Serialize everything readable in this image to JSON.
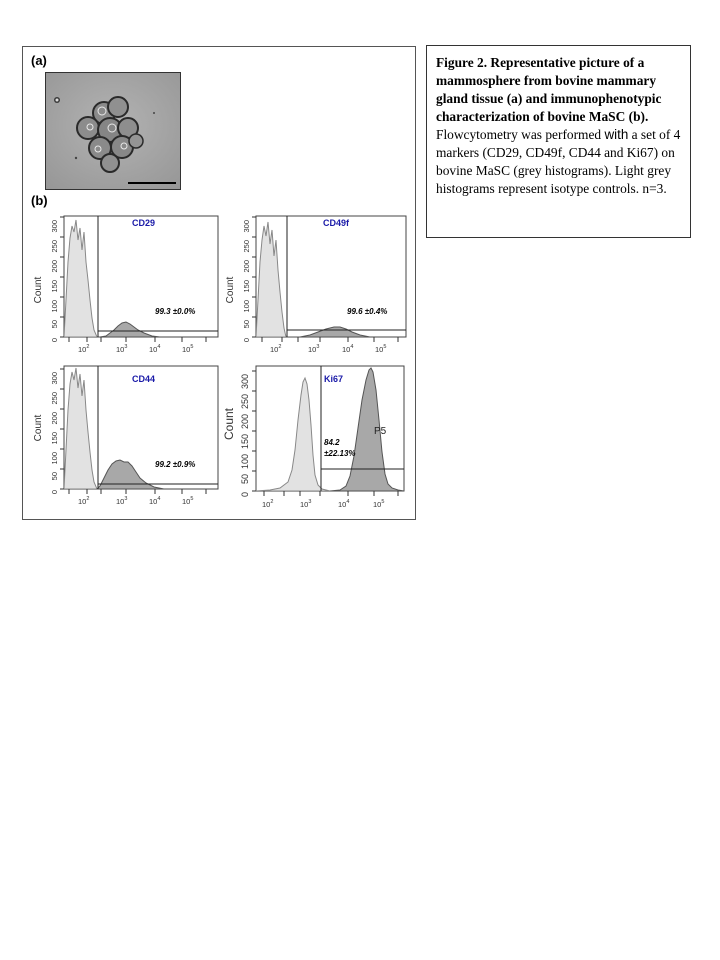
{
  "figure": {
    "panel_a_label": "(a)",
    "panel_b_label": "(b)"
  },
  "caption": {
    "bold_text": "Figure 2. Representative picture of a mammosphere from bovine mammary gland tissue (a) and immunophenotypic characterization of bovine MaSC (b).",
    "text_part1": " Flowcytometry was performed ",
    "text_with": "with",
    "text_part2": " a set of 4 markers (CD29, CD49f, CD44 and Ki67) on bovine MaSC (grey histograms). Light grey histograms represent isotype controls. n=3."
  },
  "histograms": [
    {
      "marker": "CD29",
      "stat": "99.3 ±0.0%",
      "ylabel": "Count",
      "yticks": [
        "0",
        "50",
        "100",
        "150",
        "200",
        "250",
        "300"
      ]
    },
    {
      "marker": "CD49f",
      "stat": "99.6 ±0.4%",
      "ylabel": "Count",
      "yticks": [
        "0",
        "50",
        "100",
        "150",
        "200",
        "250",
        "300"
      ]
    },
    {
      "marker": "CD44",
      "stat": "99.2 ±0.9%",
      "ylabel": "Count",
      "yticks": [
        "0",
        "50",
        "100",
        "150",
        "200",
        "250",
        "300"
      ]
    },
    {
      "marker": "Ki67",
      "stat_line1": "84.2",
      "stat_line2": "±22.13%",
      "gate": "P5",
      "ylabel": "Count",
      "yticks": [
        "0",
        "50",
        "100",
        "150",
        "200",
        "250",
        "300"
      ]
    }
  ],
  "colors": {
    "marker_label": "#1a1aa8",
    "isotype_fill": "#e2e2e2",
    "sample_fill": "#a8a8a8",
    "outline": "#555555"
  }
}
